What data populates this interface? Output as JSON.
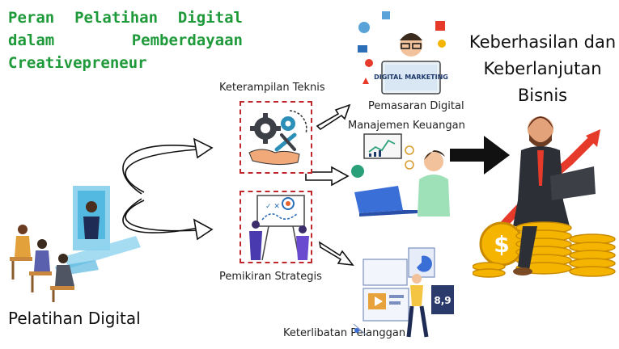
{
  "title": {
    "line1": [
      "Peran",
      "Pelatihan",
      "Digital"
    ],
    "line2": [
      "dalam",
      "Pemberdayaan"
    ],
    "line3": "Creativepreneur"
  },
  "nodes": {
    "source": "Pelatihan Digital",
    "skill_technical": "Keterampilan Teknis",
    "skill_strategic": "Pemikiran Strategis",
    "outcome_marketing": "Pemasaran Digital",
    "outcome_finance": "Manajemen Keuangan",
    "outcome_engagement": "Keterlibatan Pelanggan",
    "goal": [
      "Keberhasilan dan",
      "Keberlanjutan",
      "Bisnis"
    ]
  },
  "illustration_text": {
    "marketing_screen": "DIGITAL MARKETING",
    "chart_value": "8,9"
  },
  "colors": {
    "title": "#1f9a3a",
    "dashed_border": "#c0272d",
    "growth_arrow": "#e63a2b",
    "coins": "#f4b400"
  }
}
